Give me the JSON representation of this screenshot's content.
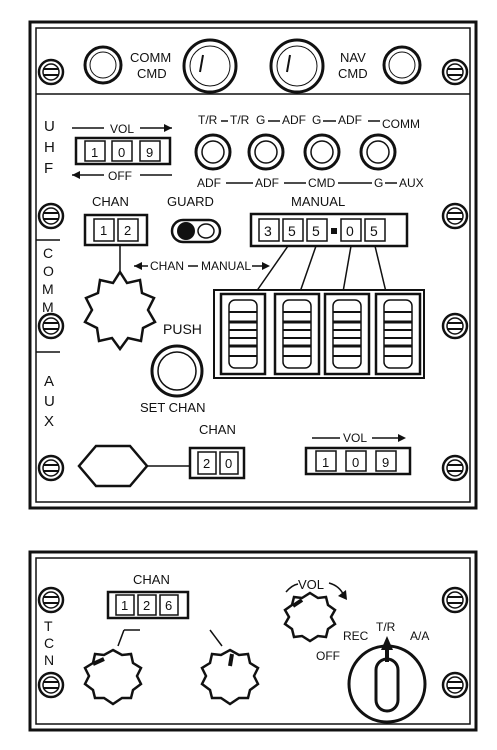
{
  "uhf_panel": {
    "side_label_uhf": [
      "U",
      "H",
      "F"
    ],
    "side_label_comm": [
      "C",
      "O",
      "M",
      "M"
    ],
    "side_label_aux": [
      "A",
      "U",
      "X"
    ],
    "comm_cmd": "COMM\nCMD",
    "nav_cmd": "NAV\nCMD",
    "vol_label": "VOL",
    "off_label": "OFF",
    "volume_digits": [
      "1",
      "0",
      "9"
    ],
    "mode_top_labels": [
      "T/R",
      "T/R",
      "G",
      "ADF",
      "G",
      "ADF",
      "COMM"
    ],
    "mode_bottom_labels": [
      "ADF",
      "ADF",
      "CMD",
      "G",
      "AUX"
    ],
    "chan_label": "CHAN",
    "chan_digits": [
      "1",
      "2"
    ],
    "guard_label": "GUARD",
    "manual_label": "MANUAL",
    "manual_digits": [
      "3",
      "5",
      "5",
      "0",
      "5"
    ],
    "arrow_chan": "CHAN",
    "arrow_manual": "MANUAL",
    "push_label": "PUSH",
    "set_chan_label": "SET CHAN",
    "aux_chan_label": "CHAN",
    "aux_chan_digits": [
      "2",
      "0"
    ],
    "aux_vol_label": "VOL",
    "aux_vol_digits": [
      "1",
      "0",
      "9"
    ]
  },
  "tcn_panel": {
    "side_label": [
      "T",
      "C",
      "N"
    ],
    "chan_label": "CHAN",
    "chan_digits": [
      "1",
      "2",
      "6"
    ],
    "vol_label": "VOL",
    "rec_label": "REC",
    "tr_label": "T/R",
    "aa_label": "A/A",
    "off_label": "OFF"
  }
}
